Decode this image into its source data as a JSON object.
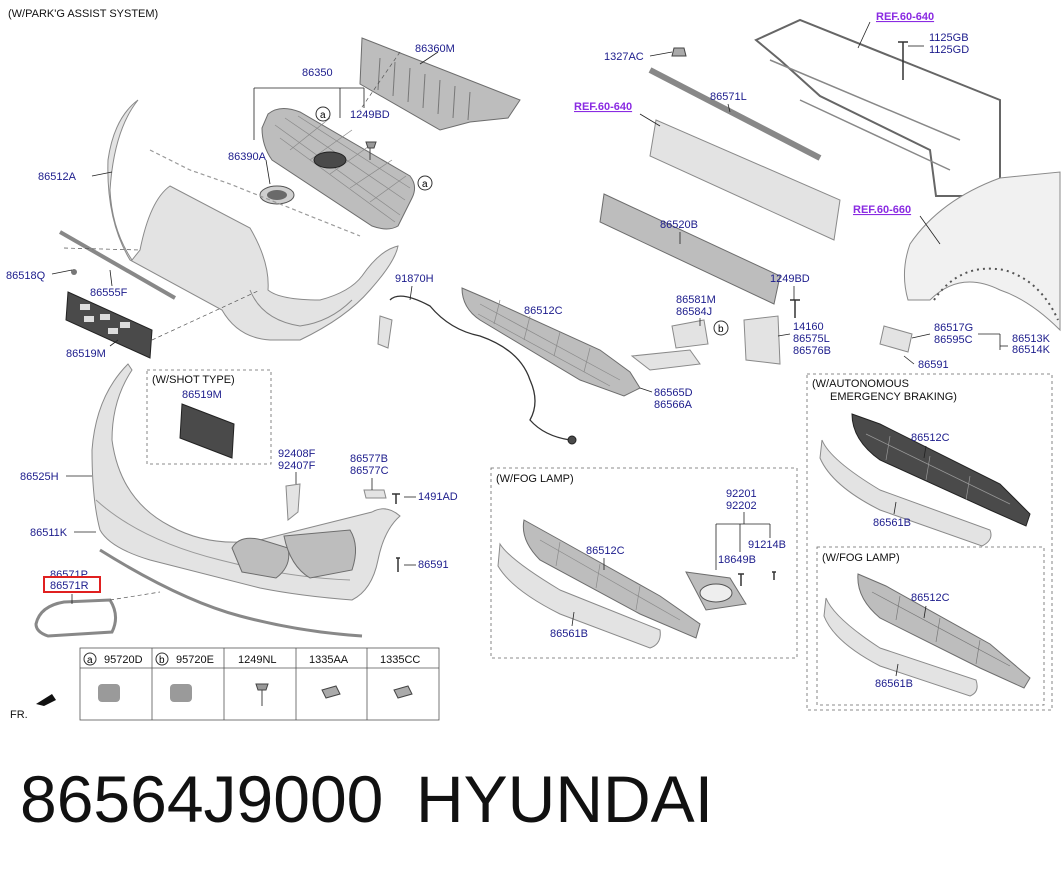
{
  "captions": {
    "parking_assist": "(W/PARK'G ASSIST SYSTEM)",
    "shot_type": "(W/SHOT TYPE)",
    "fog_lamp_center": "(W/FOG LAMP)",
    "autonomous_line1": "(W/AUTONOMOUS",
    "autonomous_line2": "EMERGENCY BRAKING)",
    "fog_lamp_right": "(W/FOG LAMP)",
    "front_arrow": "FR."
  },
  "refs": {
    "ref_top": "REF.60-640",
    "ref_mid": "REF.60-640",
    "ref_fender": "REF.60-660"
  },
  "parts": {
    "p86360M": "86360M",
    "p86350": "86350",
    "p1249BD_a": "1249BD",
    "p86390A": "86390A",
    "p86512A": "86512A",
    "p86518Q": "86518Q",
    "p86555F": "86555F",
    "p86519M": "86519M",
    "p86519M_shot": "86519M",
    "p86525H": "86525H",
    "p86511K": "86511K",
    "p86571P": "86571P",
    "p86571R": "86571R",
    "p92408F": "92408F",
    "p92407F": "92407F",
    "p86577B": "86577B",
    "p86577C": "86577C",
    "p1491AD": "1491AD",
    "p86591_a": "86591",
    "p91870H": "91870H",
    "p86512C_main": "86512C",
    "p1327AC": "1327AC",
    "p86571L": "86571L",
    "p86520B": "86520B",
    "p1249BD_b": "1249BD",
    "p86581M": "86581M",
    "p86584J": "86584J",
    "p14160": "14160",
    "p86575L": "86575L",
    "p86576B": "86576B",
    "p86565D": "86565D",
    "p86566A": "86566A",
    "p1125GB": "1125GB",
    "p1125GD": "1125GD",
    "p86517G": "86517G",
    "p86595C": "86595C",
    "p86513K": "86513K",
    "p86514K": "86514K",
    "p86591_b": "86591",
    "p92201": "92201",
    "p92202": "92202",
    "p91214B": "91214B",
    "p18649B": "18649B",
    "p86512C_fog": "86512C",
    "p86561B_fog": "86561B",
    "p86512C_aeb": "86512C",
    "p86561B_aeb": "86561B",
    "p86512C_fog2": "86512C",
    "p86561B_fog2": "86561B"
  },
  "callouts": {
    "a": "a",
    "b": "b"
  },
  "legend_table": {
    "cells": [
      {
        "marker": "a",
        "code": "95720D"
      },
      {
        "marker": "b",
        "code": "95720E"
      },
      {
        "marker": "",
        "code": "1249NL"
      },
      {
        "marker": "",
        "code": "1335AA"
      },
      {
        "marker": "",
        "code": "1335CC"
      }
    ]
  },
  "highlight": {
    "part": "86571R",
    "color": "#e02020"
  },
  "footer": {
    "part_number": "86564J9000",
    "brand": "HYUNDAI"
  },
  "colors": {
    "label": "#1c1c8c",
    "reference": "#8a2be2"
  }
}
